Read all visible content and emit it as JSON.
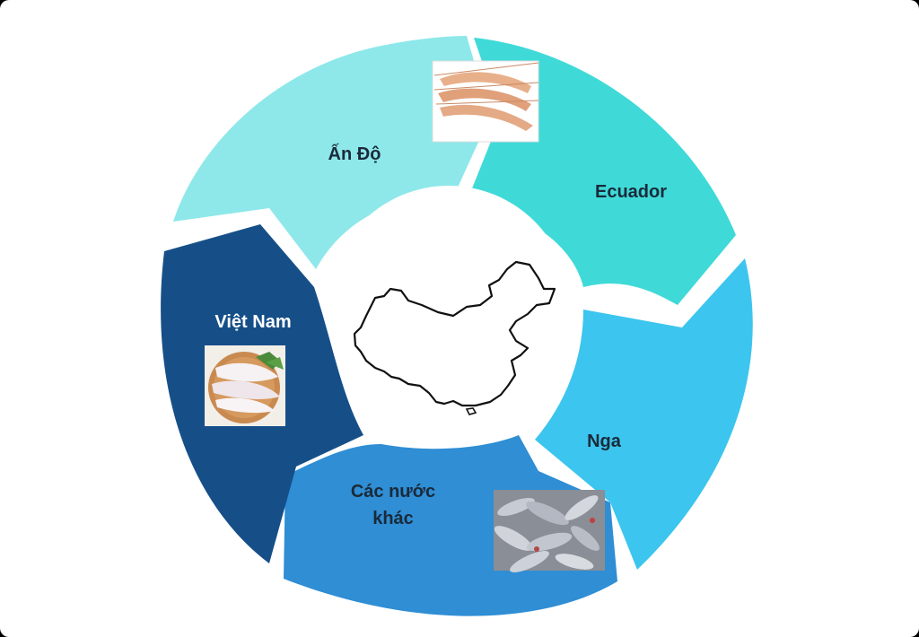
{
  "segments": [
    {
      "label": "Ấn Độ",
      "color": "#8ee8ea",
      "text_color": "#1a2a3a"
    },
    {
      "label": "Ecuador",
      "color": "#3fdad8",
      "text_color": "#1a2a3a"
    },
    {
      "label": "Nga",
      "color": "#3cc5ee",
      "text_color": "#1a2a3a"
    },
    {
      "label_lines": [
        "Các nước",
        "khác"
      ],
      "color": "#2f8ed4",
      "text_color": "#1a2a3a"
    },
    {
      "label": "Việt Nam",
      "color": "#164f88",
      "text_color": "#ffffff"
    }
  ],
  "center": {
    "icon": "china-map-outline"
  },
  "photos": [
    {
      "icon": "shrimp-photo"
    },
    {
      "icon": "fish-pile-photo"
    },
    {
      "icon": "pangasius-fillet-photo"
    }
  ]
}
